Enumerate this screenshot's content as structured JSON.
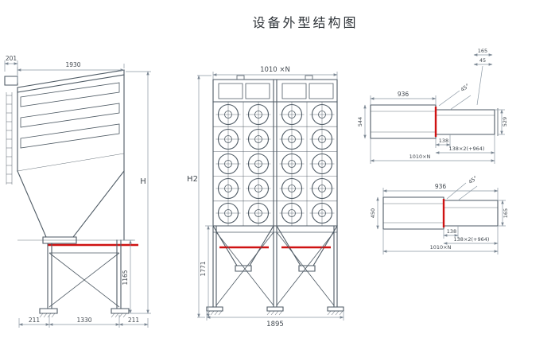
{
  "title": "设备外型结构图",
  "colors": {
    "object_line": "#4e5a64",
    "dim_line": "#8a97a3",
    "accent_red": "#cf1212",
    "text": "#41484f",
    "background": "#ffffff"
  },
  "side_view": {
    "dims": {
      "hood_offset": "201",
      "top_width": "1930",
      "overall_height": "H",
      "support_height": "1165",
      "foot_left": "211",
      "base_span": "1330",
      "foot_right": "211"
    }
  },
  "front_view": {
    "dims": {
      "module_width": "1010 ×N",
      "overall_height": "H2",
      "support_height": "1771",
      "base_width": "1895"
    }
  },
  "detail_top": {
    "dims": {
      "width": "936",
      "height_left": "544",
      "height_right": "529",
      "pitch": "138",
      "pitch_run": "138×2(+964)",
      "module_width": "1010×N",
      "flange_width": "165",
      "flange_thk": "45",
      "angle": "45°"
    }
  },
  "detail_bottom": {
    "dims": {
      "width": "936",
      "height_left": "450",
      "height_right": "165",
      "pitch": "138",
      "pitch_run": "138×2(+964)",
      "module_width": "1010×N",
      "angle": "45°"
    }
  }
}
